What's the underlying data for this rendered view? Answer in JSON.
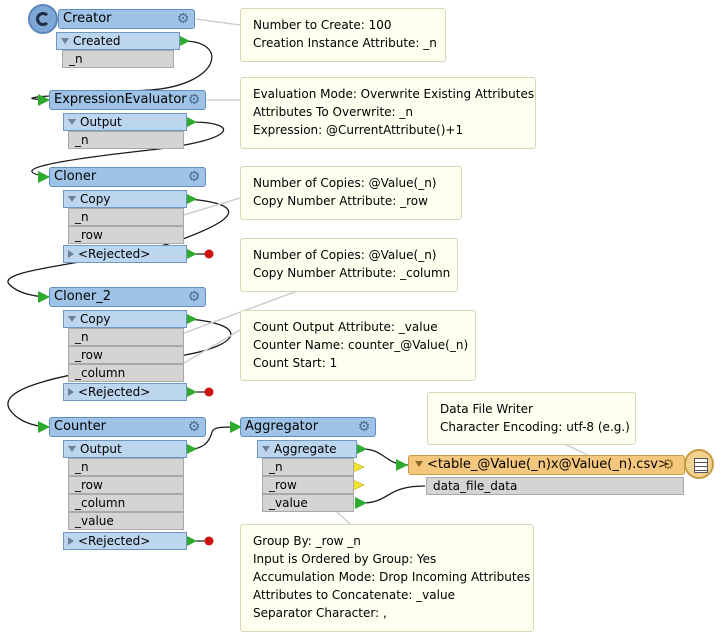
{
  "creator": {
    "title": "Creator",
    "output": "Created",
    "attrs": [
      "_n"
    ],
    "note": [
      "Number to Create: 100",
      "Creation Instance Attribute: _n"
    ]
  },
  "expression_evaluator": {
    "title": "ExpressionEvaluator",
    "output": "Output",
    "attrs": [
      "_n"
    ],
    "note": [
      "Evaluation Mode: Overwrite Existing Attributes",
      "Attributes To Overwrite: _n",
      "Expression: @CurrentAttribute()+1"
    ]
  },
  "cloner": {
    "title": "Cloner",
    "output": "Copy",
    "attrs": [
      "_n",
      "_row"
    ],
    "rejected": "<Rejected>",
    "note": [
      "Number of Copies: @Value(_n)",
      "Copy Number Attribute: _row"
    ]
  },
  "cloner_2": {
    "title": "Cloner_2",
    "output": "Copy",
    "attrs": [
      "_n",
      "_row",
      "_column"
    ],
    "rejected": "<Rejected>",
    "note": [
      "Number of Copies: @Value(_n)",
      "Copy Number Attribute: _column"
    ]
  },
  "counter": {
    "title": "Counter",
    "output": "Output",
    "attrs": [
      "_n",
      "_row",
      "_column",
      "_value"
    ],
    "rejected": "<Rejected>",
    "note": [
      "Count Output Attribute: _value",
      "Counter Name: counter_@Value(_n)",
      "Count Start: 1"
    ]
  },
  "aggregator": {
    "title": "Aggregator",
    "output": "Aggregate",
    "attrs": [
      "_n",
      "_row",
      "_value"
    ],
    "note": [
      "Group By: _row _n",
      "Input is Ordered by Group: Yes",
      "Accumulation Mode: Drop Incoming Attributes",
      "Attributes to Concatenate: _value",
      "Separator Character: ,"
    ]
  },
  "writer": {
    "title": "<table_@Value(_n)x@Value(_n).csv>",
    "attr": "data_file_data",
    "note": [
      "Data File Writer",
      "Character Encoding: utf-8 (e.g.)"
    ]
  },
  "colors": {
    "transformer": "#9ec3e6",
    "port": "#bcd6ef",
    "attribute": "#d4d4d4",
    "writer": "#f5c77e",
    "note": "#fffff0",
    "port_green": "#2eaa2e",
    "rejected_red": "#cc1111",
    "unused_yellow": "#f2e530"
  }
}
